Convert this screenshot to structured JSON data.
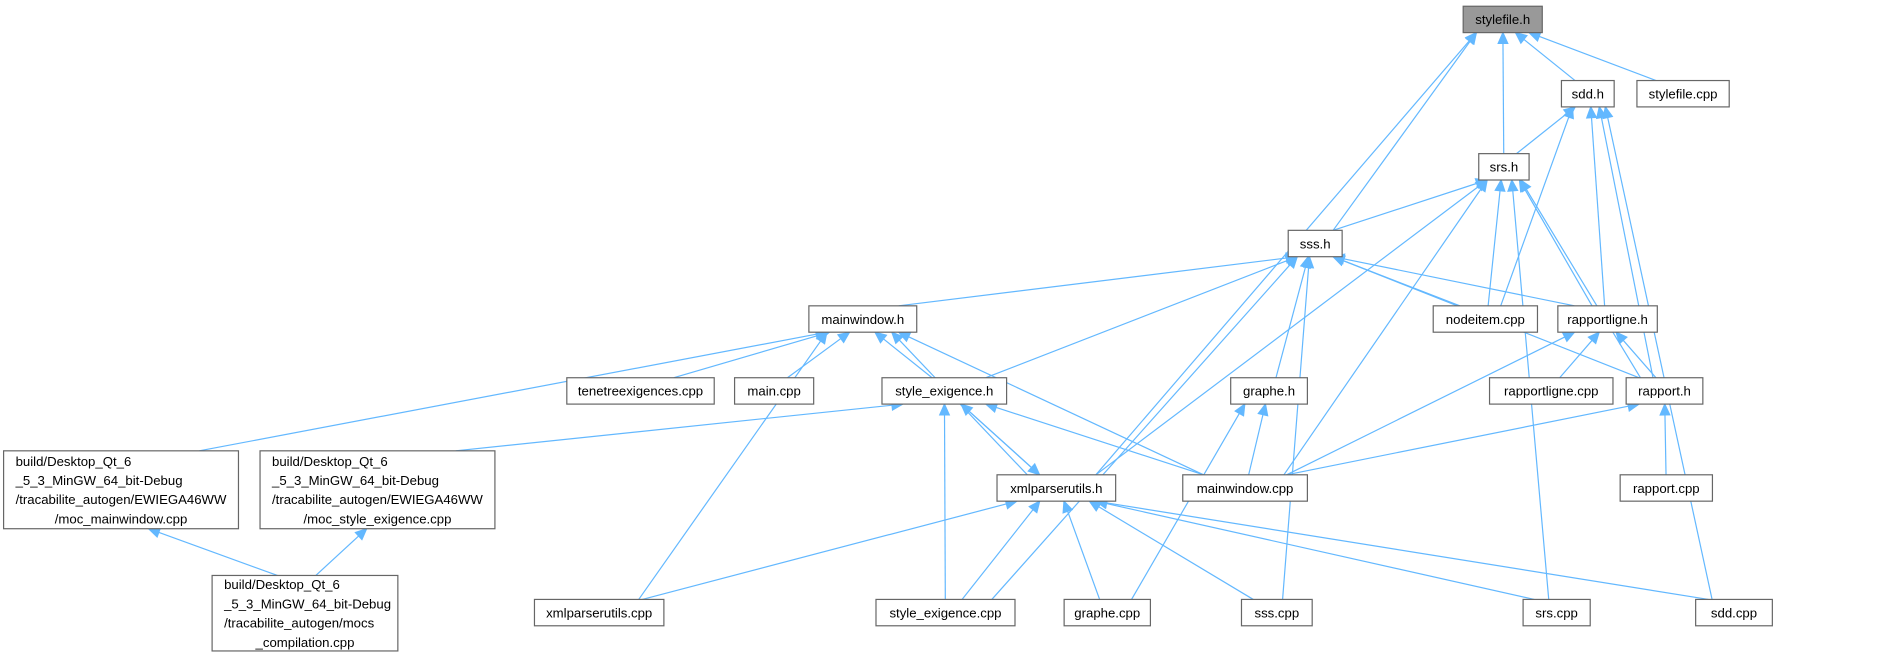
{
  "graph": {
    "colors": {
      "edge": "#63b8ff",
      "node_border": "#666666",
      "highlight_fill": "#999999"
    },
    "nodes": [
      {
        "id": "stylefile_h",
        "lines": [
          "stylefile.h"
        ],
        "highlighted": true
      },
      {
        "id": "sdd_h",
        "lines": [
          "sdd.h"
        ]
      },
      {
        "id": "stylefile_cpp",
        "lines": [
          "stylefile.cpp"
        ]
      },
      {
        "id": "srs_h",
        "lines": [
          "srs.h"
        ]
      },
      {
        "id": "sss_h",
        "lines": [
          "sss.h"
        ]
      },
      {
        "id": "mainwindow_h",
        "lines": [
          "mainwindow.h"
        ]
      },
      {
        "id": "nodeitem_cpp",
        "lines": [
          "nodeitem.cpp"
        ]
      },
      {
        "id": "rapportligne_h",
        "lines": [
          "rapportligne.h"
        ]
      },
      {
        "id": "tenetreexigences_cpp",
        "lines": [
          "tenetreexigences.cpp"
        ]
      },
      {
        "id": "main_cpp",
        "lines": [
          "main.cpp"
        ]
      },
      {
        "id": "style_exigence_h",
        "lines": [
          "style_exigence.h"
        ]
      },
      {
        "id": "graphe_h",
        "lines": [
          "graphe.h"
        ]
      },
      {
        "id": "rapportligne_cpp",
        "lines": [
          "rapportligne.cpp"
        ]
      },
      {
        "id": "rapport_h",
        "lines": [
          "rapport.h"
        ]
      },
      {
        "id": "moc_mainwindow_cpp",
        "lines": [
          "build/Desktop_Qt_6",
          "_5_3_MinGW_64_bit-Debug",
          "/tracabilite_autogen/EWIEGA46WW",
          "/moc_mainwindow.cpp"
        ]
      },
      {
        "id": "moc_style_exigence_cpp",
        "lines": [
          "build/Desktop_Qt_6",
          "_5_3_MinGW_64_bit-Debug",
          "/tracabilite_autogen/EWIEGA46WW",
          "/moc_style_exigence.cpp"
        ]
      },
      {
        "id": "xmlparserutils_h",
        "lines": [
          "xmlparserutils.h"
        ]
      },
      {
        "id": "mainwindow_cpp",
        "lines": [
          "mainwindow.cpp"
        ]
      },
      {
        "id": "rapport_cpp",
        "lines": [
          "rapport.cpp"
        ]
      },
      {
        "id": "mocs_compilation_cpp",
        "lines": [
          "build/Desktop_Qt_6",
          "_5_3_MinGW_64_bit-Debug",
          "/tracabilite_autogen/mocs",
          "_compilation.cpp"
        ]
      },
      {
        "id": "xmlparserutils_cpp",
        "lines": [
          "xmlparserutils.cpp"
        ]
      },
      {
        "id": "style_exigence_cpp",
        "lines": [
          "style_exigence.cpp"
        ]
      },
      {
        "id": "graphe_cpp",
        "lines": [
          "graphe.cpp"
        ]
      },
      {
        "id": "sss_cpp",
        "lines": [
          "sss.cpp"
        ]
      },
      {
        "id": "srs_cpp",
        "lines": [
          "srs.cpp"
        ]
      },
      {
        "id": "sdd_cpp",
        "lines": [
          "sdd.cpp"
        ]
      }
    ],
    "edges": [
      [
        "sdd_h",
        "stylefile_h"
      ],
      [
        "stylefile_cpp",
        "stylefile_h"
      ],
      [
        "srs_h",
        "stylefile_h"
      ],
      [
        "sss_h",
        "stylefile_h"
      ],
      [
        "xmlparserutils_h",
        "stylefile_h"
      ],
      [
        "srs_h",
        "sdd_h"
      ],
      [
        "nodeitem_cpp",
        "sdd_h"
      ],
      [
        "rapportligne_h",
        "sdd_h"
      ],
      [
        "rapport_h",
        "sdd_h"
      ],
      [
        "sdd_cpp",
        "sdd_h"
      ],
      [
        "sss_h",
        "srs_h"
      ],
      [
        "xmlparserutils_h",
        "srs_h"
      ],
      [
        "mainwindow_cpp",
        "srs_h"
      ],
      [
        "nodeitem_cpp",
        "srs_h"
      ],
      [
        "rapportligne_h",
        "srs_h"
      ],
      [
        "rapport_h",
        "srs_h"
      ],
      [
        "srs_cpp",
        "srs_h"
      ],
      [
        "mainwindow_h",
        "sss_h"
      ],
      [
        "style_exigence_h",
        "sss_h"
      ],
      [
        "graphe_h",
        "sss_h"
      ],
      [
        "nodeitem_cpp",
        "sss_h"
      ],
      [
        "rapportligne_h",
        "sss_h"
      ],
      [
        "rapport_h",
        "sss_h"
      ],
      [
        "sss_cpp",
        "sss_h"
      ],
      [
        "style_exigence_cpp",
        "sss_h"
      ],
      [
        "tenetreexigences_cpp",
        "mainwindow_h"
      ],
      [
        "main_cpp",
        "mainwindow_h"
      ],
      [
        "style_exigence_h",
        "mainwindow_h"
      ],
      [
        "moc_mainwindow_cpp",
        "mainwindow_h"
      ],
      [
        "xmlparserutils_h",
        "mainwindow_h"
      ],
      [
        "mainwindow_cpp",
        "mainwindow_h"
      ],
      [
        "xmlparserutils_cpp",
        "mainwindow_h"
      ],
      [
        "rapportligne_cpp",
        "rapportligne_h"
      ],
      [
        "rapport_h",
        "rapportligne_h"
      ],
      [
        "mainwindow_cpp",
        "rapportligne_h"
      ],
      [
        "rapport_cpp",
        "rapport_h"
      ],
      [
        "mainwindow_cpp",
        "rapport_h"
      ],
      [
        "moc_style_exigence_cpp",
        "style_exigence_h"
      ],
      [
        "xmlparserutils_h",
        "style_exigence_h"
      ],
      [
        "mainwindow_cpp",
        "style_exigence_h"
      ],
      [
        "style_exigence_cpp",
        "style_exigence_h"
      ],
      [
        "style_exigence_h",
        "xmlparserutils_h"
      ],
      [
        "xmlparserutils_cpp",
        "xmlparserutils_h"
      ],
      [
        "style_exigence_cpp",
        "xmlparserutils_h"
      ],
      [
        "graphe_cpp",
        "xmlparserutils_h"
      ],
      [
        "sss_cpp",
        "xmlparserutils_h"
      ],
      [
        "srs_cpp",
        "xmlparserutils_h"
      ],
      [
        "sdd_cpp",
        "xmlparserutils_h"
      ],
      [
        "graphe_cpp",
        "graphe_h"
      ],
      [
        "mainwindow_cpp",
        "graphe_h"
      ],
      [
        "mocs_compilation_cpp",
        "moc_mainwindow_cpp"
      ],
      [
        "mocs_compilation_cpp",
        "moc_style_exigence_cpp"
      ]
    ]
  }
}
